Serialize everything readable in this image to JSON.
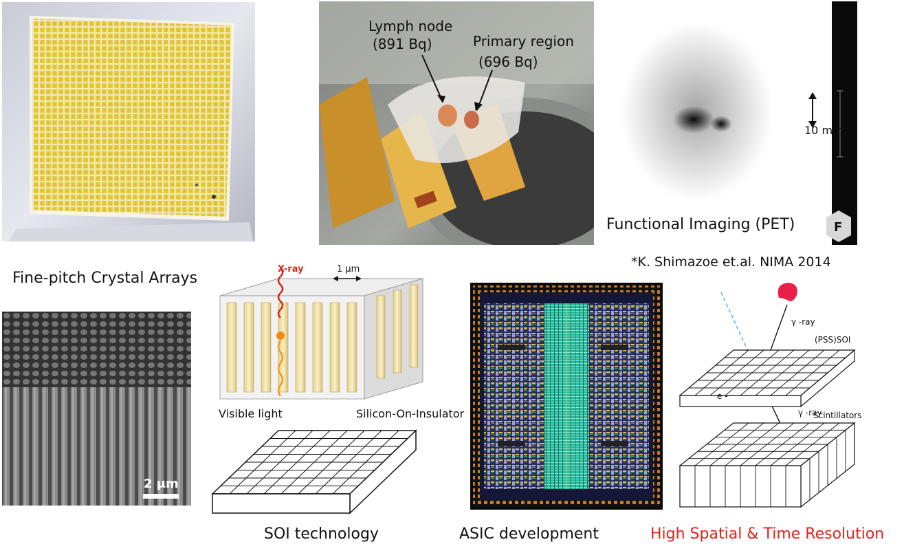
{
  "crystal_panel": {},
  "mouse_panel": {
    "lymph_label": "Lymph node",
    "lymph_value": "(891 Bq)",
    "primary_label": "Primary region",
    "primary_value": "(696 Bq)"
  },
  "pet_panel": {
    "scale_label": "10 mm",
    "title": "Functional Imaging (PET)",
    "orientation_letter": "F"
  },
  "reference": "*K. Shimazoe et.al. NIMA 2014",
  "captions": {
    "crystal": "Fine-pitch Crystal Arrays",
    "soi": "SOI technology",
    "asic": "ASIC development",
    "resolution": "High Spatial & Time Resolution"
  },
  "sem_panel": {
    "scale_bar": "2 μm"
  },
  "soi_diagram": {
    "xray_label": "X-ray",
    "scale_label": "1 μm",
    "visible_light_label": "Visible light",
    "soi_label": "Silicon-On-Insulator"
  },
  "detector_diagram": {
    "gamma_top": "γ -ray",
    "pss_label": "(PSS)SOI",
    "electron_label": "e -",
    "gamma_bottom": "γ -ray",
    "scint_label": "Scintillators"
  },
  "colors": {
    "highlight": "#e8201c",
    "crystal": "#e8d44a",
    "asic_core": "#3fd6b0"
  }
}
